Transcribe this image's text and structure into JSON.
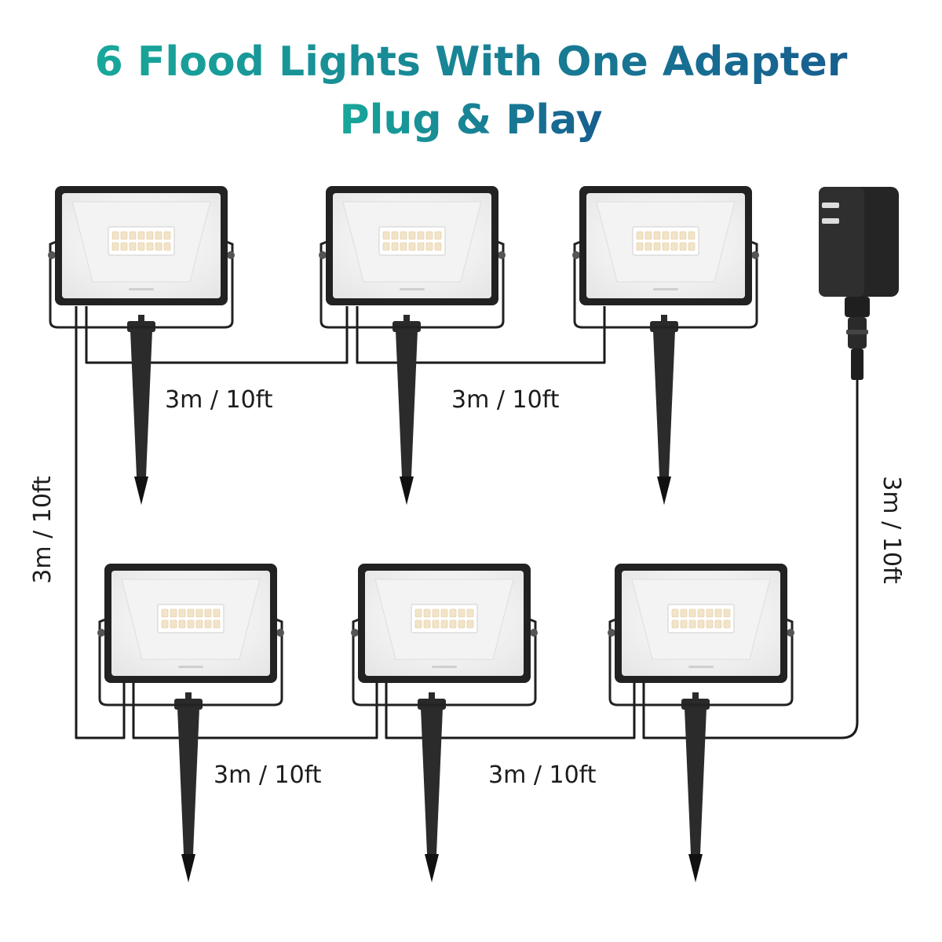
{
  "heading": {
    "line1": "6 Flood Lights With One Adapter",
    "line2": "Plug & Play",
    "gradient_from": "#18a89a",
    "gradient_to": "#175e8f"
  },
  "cable_labels": {
    "top_left": "3m / 10ft",
    "top_right": "3m / 10ft",
    "left_vertical": "3m / 10ft",
    "right_vertical": "3m / 10ft",
    "bottom_left": "3m / 10ft",
    "bottom_right": "3m / 10ft"
  },
  "components": {
    "flood_lights": 6,
    "adapters": 1,
    "led_grid": "2 x 7",
    "housing_color": "#222222",
    "led_color": "#f2e4c8",
    "panel_color": "#f3f3f3"
  }
}
